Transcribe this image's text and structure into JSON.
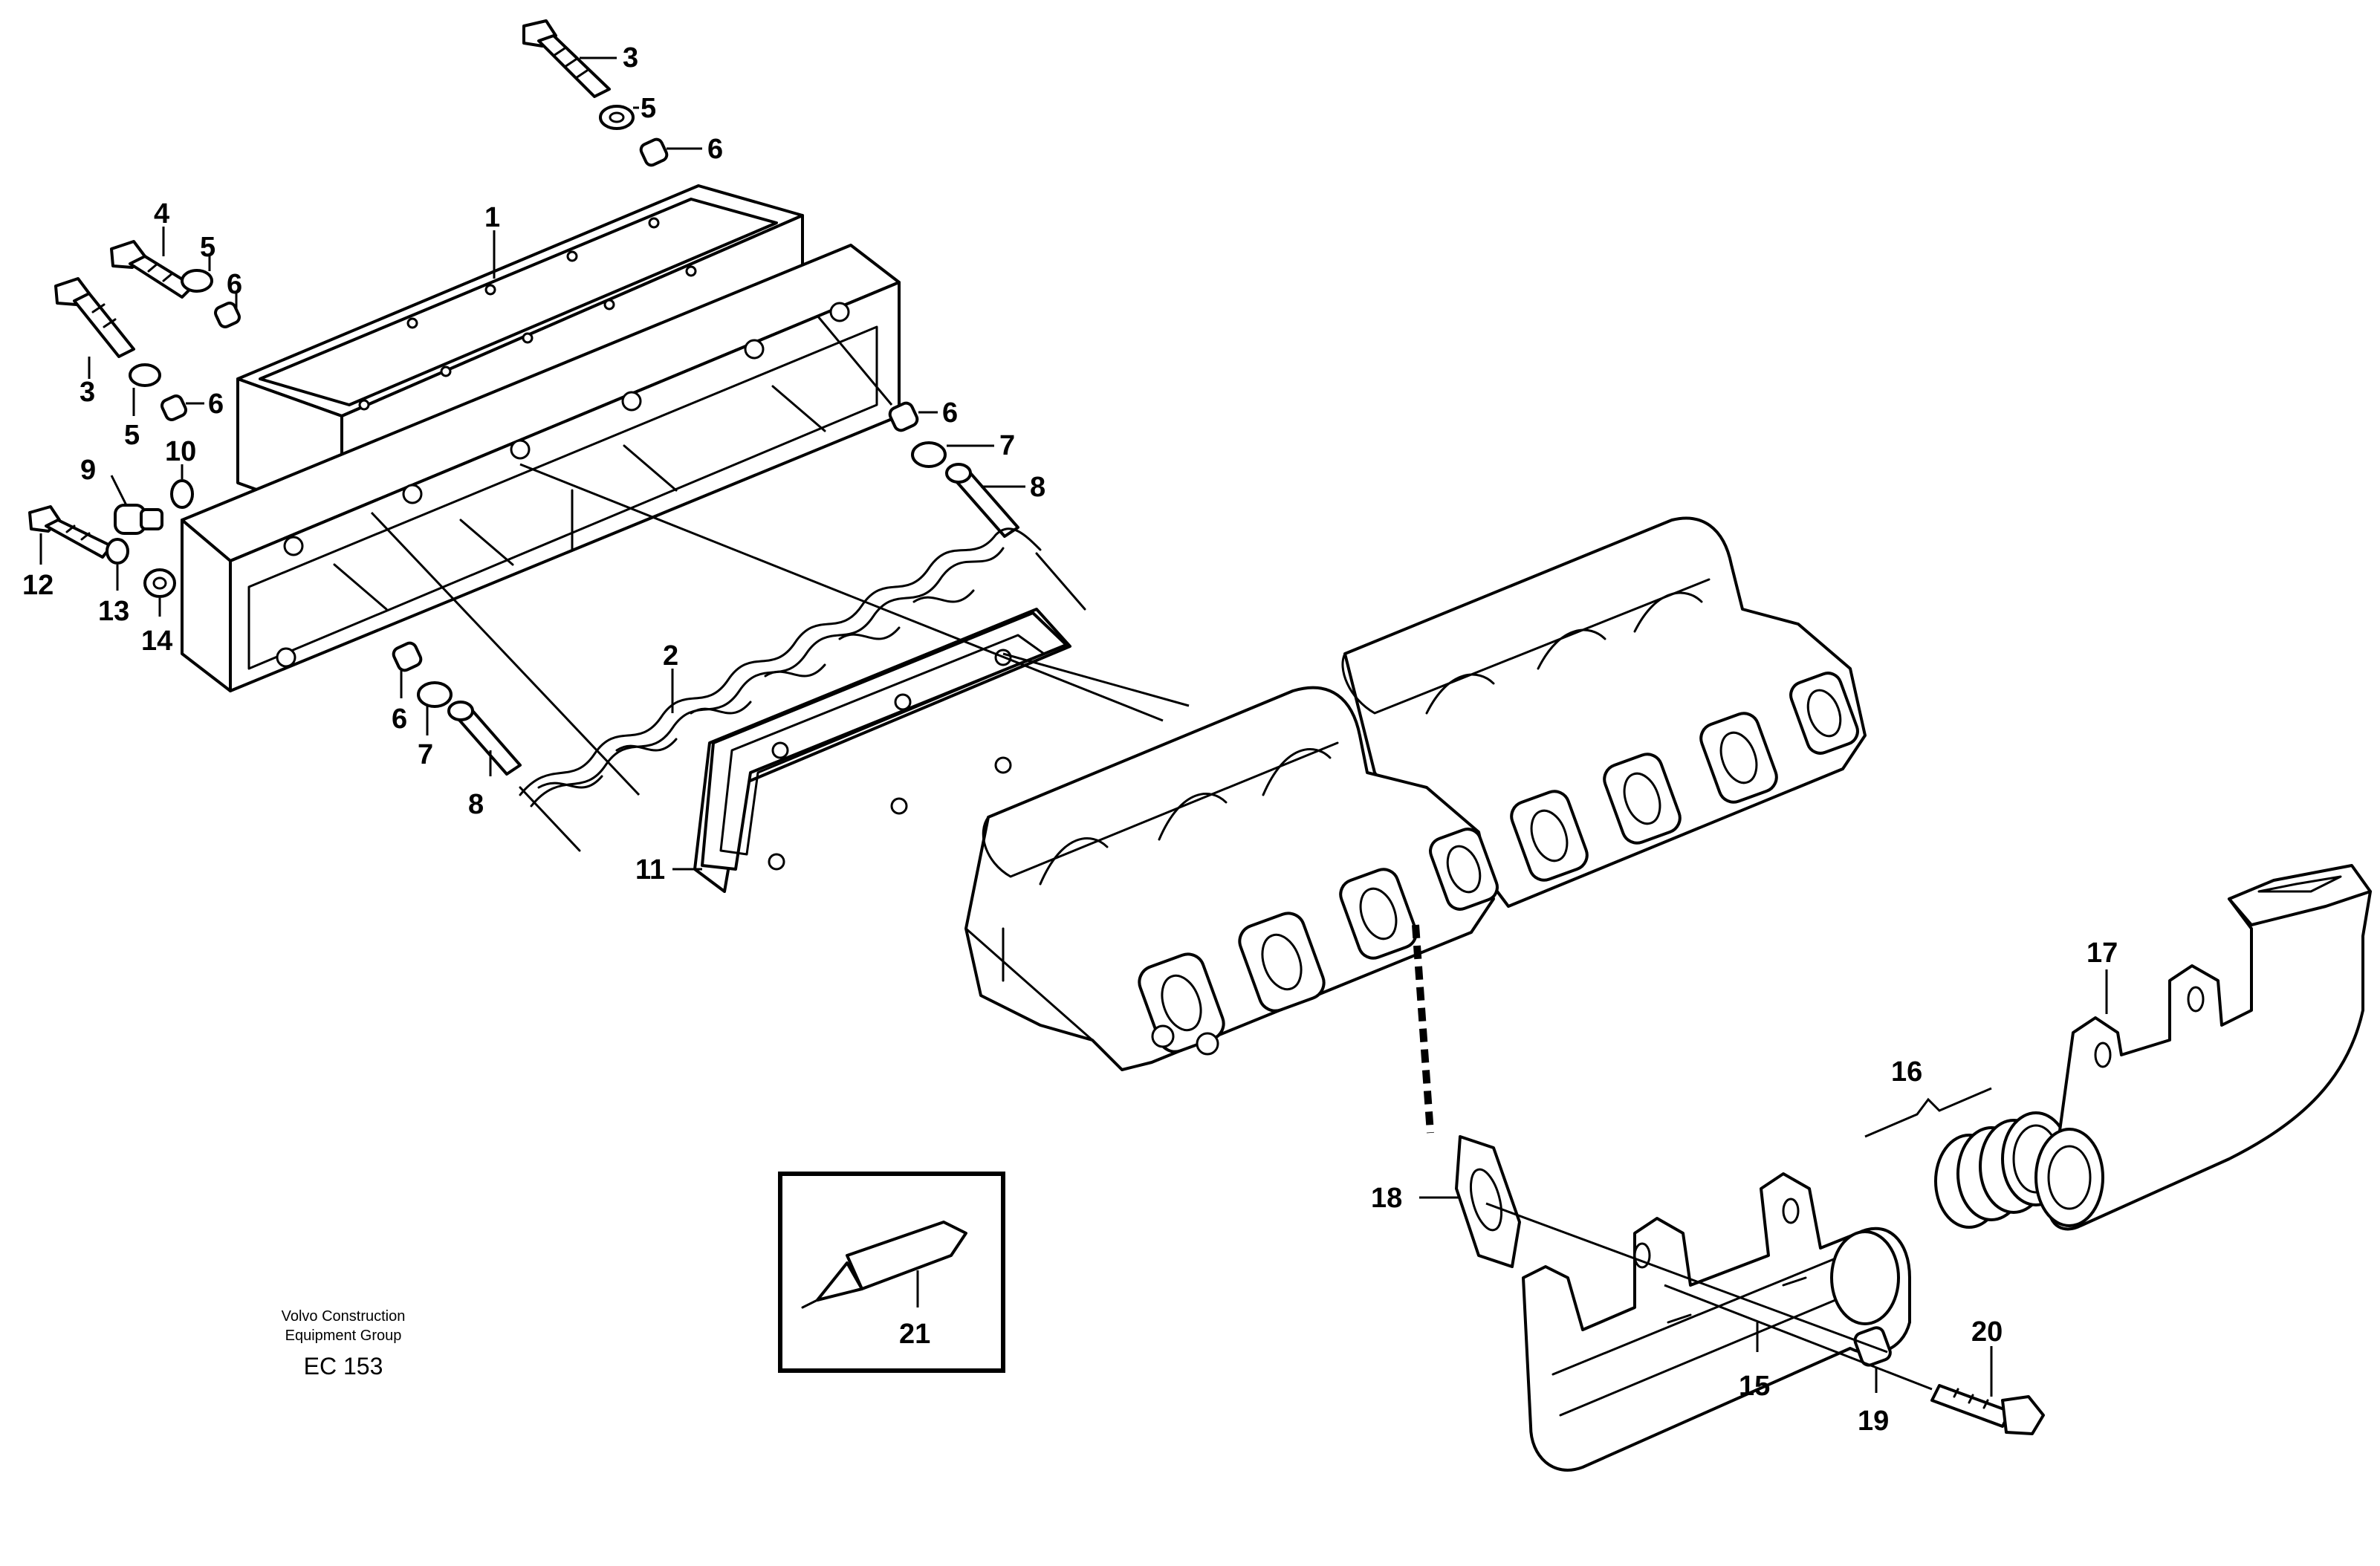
{
  "diagram": {
    "callouts": [
      "1",
      "2",
      "3",
      "3",
      "4",
      "5",
      "5",
      "5",
      "6",
      "6",
      "6",
      "6",
      "6",
      "7",
      "7",
      "8",
      "8",
      "9",
      "10",
      "11",
      "12",
      "13",
      "14",
      "15",
      "16",
      "17",
      "18",
      "19",
      "20",
      "21"
    ],
    "footer": {
      "company_line1": "Volvo Construction",
      "company_line2": "Equipment Group",
      "code": "EC 153"
    }
  }
}
